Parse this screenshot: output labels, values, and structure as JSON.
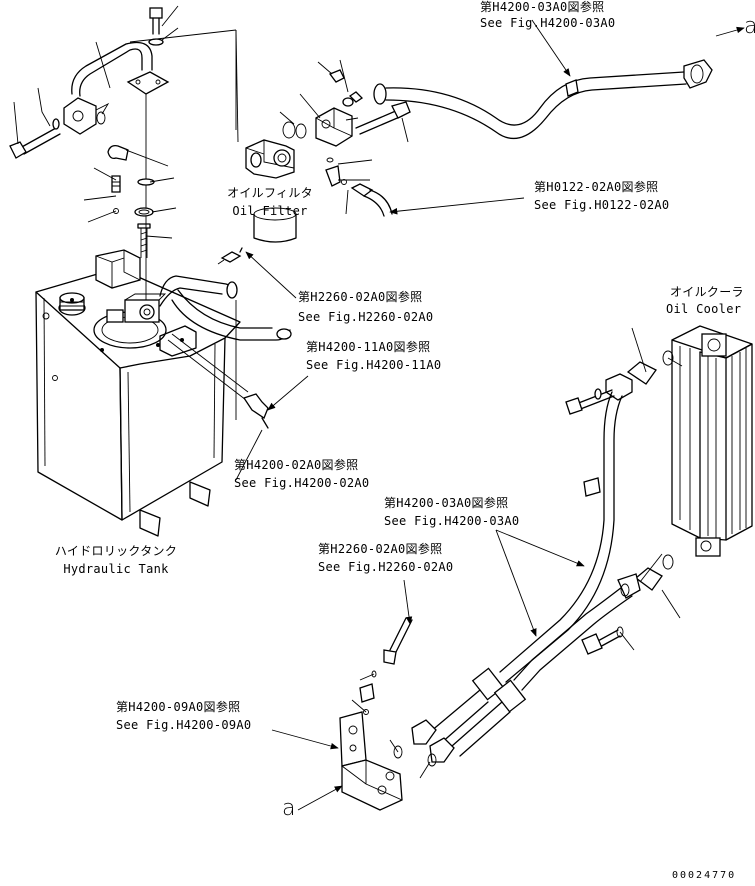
{
  "references": [
    {
      "id": "ref-h4200-03a0-top",
      "jp": "第H4200-03A0図参照",
      "en": "See Fig.H4200-03A0"
    },
    {
      "id": "ref-h0122-02a0",
      "jp": "第H0122-02A0図参照",
      "en": "See Fig.H0122-02A0"
    },
    {
      "id": "ref-h2260-02a0-top",
      "jp": "第H2260-02A0図参照",
      "en": "See Fig.H2260-02A0"
    },
    {
      "id": "ref-h4200-11a0",
      "jp": "第H4200-11A0図参照",
      "en": "See Fig.H4200-11A0"
    },
    {
      "id": "ref-h4200-02a0",
      "jp": "第H4200-02A0図参照",
      "en": "See Fig.H4200-02A0"
    },
    {
      "id": "ref-h4200-03a0-mid",
      "jp": "第H4200-03A0図参照",
      "en": "See Fig.H4200-03A0"
    },
    {
      "id": "ref-h2260-02a0-mid",
      "jp": "第H2260-02A0図参照",
      "en": "See Fig.H2260-02A0"
    },
    {
      "id": "ref-h4200-09a0",
      "jp": "第H4200-09A0図参照",
      "en": "See Fig.H4200-09A0"
    }
  ],
  "components": {
    "oil_filter": {
      "jp": "オイルフィルタ",
      "en": "Oil Filter"
    },
    "oil_cooler": {
      "jp": "オイルクーラ",
      "en": "Oil Cooler"
    },
    "hydraulic_tank": {
      "jp": "ハイドロリックタンク",
      "en": "Hydraulic Tank"
    }
  },
  "connection_marks": {
    "top_right": "a",
    "bottom_left": "a"
  },
  "drawing_number": "00024770"
}
